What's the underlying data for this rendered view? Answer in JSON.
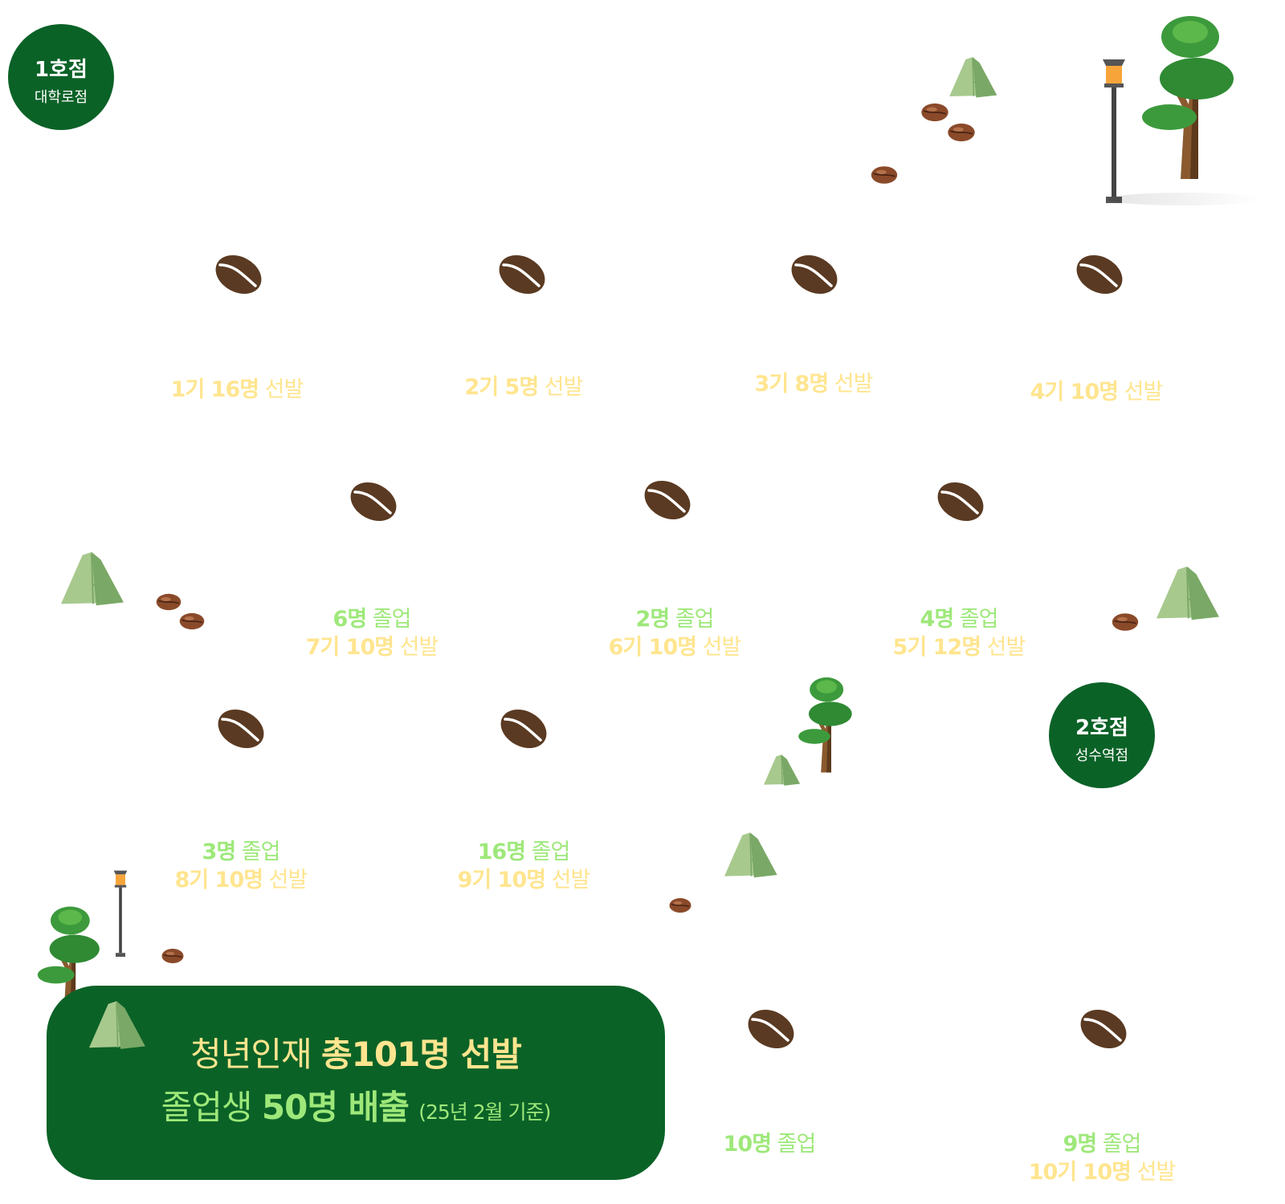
{
  "stores": [
    {
      "num": "1호점",
      "name": "대학로점"
    },
    {
      "num": "2호점",
      "name": "성수역점"
    }
  ],
  "steps": [
    {
      "grad_count": "",
      "grad_word": "",
      "cohort": "1기 16명",
      "select_word": "선발"
    },
    {
      "grad_count": "",
      "grad_word": "",
      "cohort": "2기 5명",
      "select_word": "선발"
    },
    {
      "grad_count": "",
      "grad_word": "",
      "cohort": "3기 8명",
      "select_word": "선발"
    },
    {
      "grad_count": "",
      "grad_word": "",
      "cohort": "4기 10명",
      "select_word": "선발"
    },
    {
      "grad_count": "4명",
      "grad_word": "졸업",
      "cohort": "5기 12명",
      "select_word": "선발"
    },
    {
      "grad_count": "2명",
      "grad_word": "졸업",
      "cohort": "6기 10명",
      "select_word": "선발"
    },
    {
      "grad_count": "6명",
      "grad_word": "졸업",
      "cohort": "7기 10명",
      "select_word": "선발"
    },
    {
      "grad_count": "3명",
      "grad_word": "졸업",
      "cohort": "8기 10명",
      "select_word": "선발"
    },
    {
      "grad_count": "16명",
      "grad_word": "졸업",
      "cohort": "9기 10명",
      "select_word": "선발"
    },
    {
      "grad_count": "10명",
      "grad_word": "졸업",
      "cohort": "",
      "select_word": ""
    },
    {
      "grad_count": "9명",
      "grad_word": "졸업",
      "cohort": "10기 10명",
      "select_word": "선발"
    }
  ],
  "summary": {
    "line1_prefix": "청년인재",
    "line1_highlight": "총101명 선발",
    "line2_prefix": "졸업생",
    "line2_highlight": "50명 배출",
    "line2_note": "(25년 2월 기준)"
  },
  "colors": {
    "brand_green": "#0b6227",
    "label_yellow": "#ffe58f",
    "label_green": "#9ee87a",
    "bean_brown": "#5a3a22"
  },
  "icons": [
    "coffee-bean-icon",
    "tree-icon",
    "street-lamp-icon",
    "rock-icon"
  ]
}
